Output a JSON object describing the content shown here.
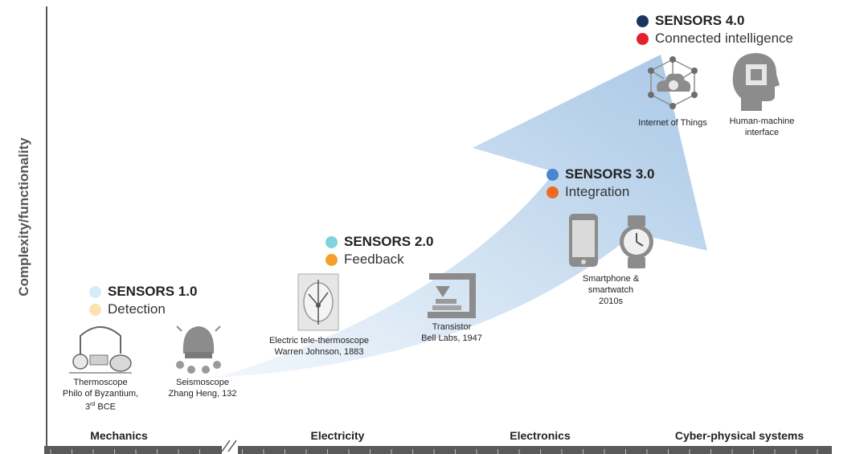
{
  "y_axis_label": "Complexity/functionality",
  "generations": [
    {
      "name": "SENSORS 1.0",
      "subtitle": "Detection",
      "name_dot_color": "#d4ecf9",
      "subtitle_dot_color": "#fbe3b0"
    },
    {
      "name": "SENSORS 2.0",
      "subtitle": "Feedback",
      "name_dot_color": "#7dd3e0",
      "subtitle_dot_color": "#f4a02a"
    },
    {
      "name": "SENSORS 3.0",
      "subtitle": "Integration",
      "name_dot_color": "#4a86d0",
      "subtitle_dot_color": "#ef6a23"
    },
    {
      "name": "SENSORS 4.0",
      "subtitle": "Connected intelligence",
      "name_dot_color": "#1a3460",
      "subtitle_dot_color": "#e5202a"
    }
  ],
  "milestones": {
    "thermoscope": {
      "line1": "Thermoscope",
      "line2": "Philo of Byzantium,",
      "line3_base": "3",
      "line3_sup": "rd",
      "line3_rest": " BCE"
    },
    "seismoscope": {
      "line1": "Seismoscope",
      "line2": "Zhang Heng, 132"
    },
    "tele_thermoscope": {
      "line1": "Electric tele-thermoscope",
      "line2": "Warren Johnson, 1883"
    },
    "transistor": {
      "line1": "Transistor",
      "line2": "Bell Labs, 1947"
    },
    "smartphone": {
      "line1": "Smartphone &",
      "line2": "smartwatch",
      "line3": "2010s"
    },
    "iot": {
      "line1": "Internet of Things"
    },
    "hmi": {
      "line1": "Human-machine",
      "line2": "interface"
    }
  },
  "eras": [
    "Mechanics",
    "Electricity",
    "Electronics",
    "Cyber-physical systems"
  ],
  "colors": {
    "arrow_light": "#f2f7fc",
    "arrow_dark": "#a9c8e6",
    "axis": "#555555",
    "icon_gray": "#9a9a9a"
  }
}
